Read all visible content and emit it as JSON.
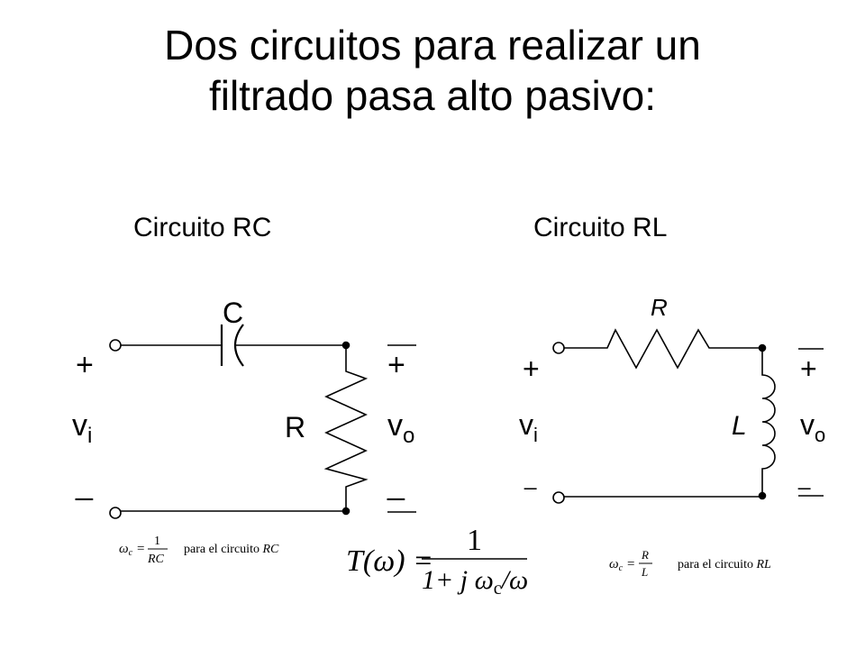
{
  "title_line1": "Dos circuitos para realizar un",
  "title_line2": "filtrado pasa alto pasivo:",
  "rc": {
    "heading": "Circuito RC",
    "plus": "+",
    "minus": "_",
    "cap_label": "C",
    "res_label": "R",
    "vin": "v",
    "vin_sub": "i",
    "vout": "v",
    "vout_sub": "o"
  },
  "rl": {
    "heading": "Circuito RL",
    "plus": "+",
    "minus": "_",
    "res_label": "R",
    "ind_label": "L",
    "vin": "v",
    "vin_sub": "i",
    "vout": "v",
    "vout_sub": "o"
  },
  "formulas": {
    "rc_omega": "ω",
    "rc_omega_sub": "c",
    "rc_eq": "=",
    "rc_num": "1",
    "rc_den": "RC",
    "rc_text": "para el circuito",
    "rc_italic": "RC",
    "transfer_lhs": "T(ω) =",
    "transfer_num": "1",
    "transfer_den_a": "1+ j ω",
    "transfer_den_sub": "c",
    "transfer_den_b": "/ω",
    "rl_omega": "ω",
    "rl_omega_sub": "c",
    "rl_eq": "=",
    "rl_num": "R",
    "rl_den": "L",
    "rl_text": "para el circuito",
    "rl_italic": "RL"
  }
}
